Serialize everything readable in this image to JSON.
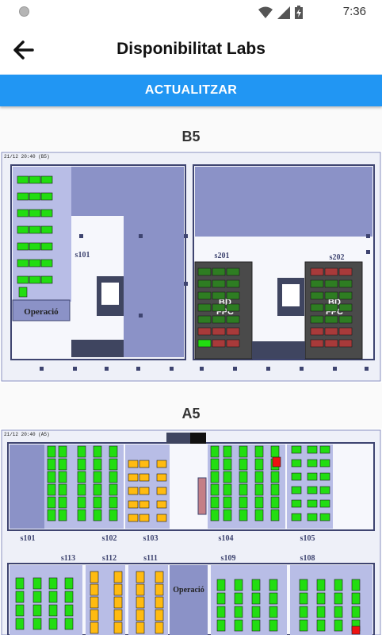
{
  "status_bar": {
    "time": "7:36",
    "icons": [
      "notification-dot-icon",
      "wifi-icon",
      "cell-signal-icon",
      "battery-charging-icon"
    ]
  },
  "app_bar": {
    "title": "Disponibilitat Labs",
    "back_icon": "arrow-left-icon"
  },
  "refresh_button": {
    "label": "ACTUALITZAR",
    "color": "#2196f3"
  },
  "buildings": [
    {
      "name": "B5",
      "timestamp": "21/12 20:40 (B5)",
      "rooms": [
        "s101",
        "s201",
        "s202"
      ],
      "labels": {
        "operacio": "Operació",
        "bd_fpc_1": "BD\nFPC",
        "bd_fpc_2": "BD\nFPC"
      }
    },
    {
      "name": "A5",
      "timestamp": "21/12 20:40 (A5)",
      "rooms_top": [
        "s101",
        "s102",
        "s103",
        "s104",
        "s105"
      ],
      "rooms_bottom": [
        "s113",
        "s112",
        "s111",
        "s109",
        "s108"
      ],
      "labels": {
        "operacio": "Operació"
      }
    }
  ],
  "status_colors": {
    "free": "#22dd11",
    "busy": "#ffbb11",
    "occupied": "#ee1111",
    "unavailable": "#2e7d22",
    "reserved_red": "#a83a3a",
    "floor": "#9aa3d6",
    "room": "#b8bde6",
    "wall": "#4a5080"
  }
}
